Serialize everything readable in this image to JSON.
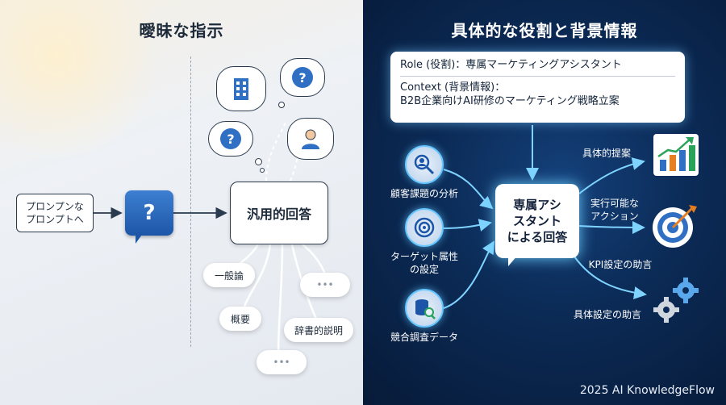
{
  "left": {
    "title": "曖昧な指示",
    "prompt_box": [
      "プロンプンな",
      "プロンプトへ"
    ],
    "question_mark": "?",
    "generic_answer": "汎用的回答",
    "outputs": [
      "一般論",
      "概要",
      "辞書的説明",
      "•••",
      "•••"
    ]
  },
  "right": {
    "title": "具体的な役割と背景情報",
    "role_line": "Role (役割)：専属マーケティングアシスタント",
    "context_line1": "Context (背景情報)：",
    "context_line2": "B2B企業向けAI研修のマーケティング戦略立案",
    "inputs": [
      {
        "label": "顧客課題の分析",
        "icon": "magnifier-user-icon"
      },
      {
        "label_lines": [
          "ターゲット属性",
          "の設定"
        ],
        "icon": "target-icon"
      },
      {
        "label": "競合調査データ",
        "icon": "database-search-icon"
      }
    ],
    "center": [
      "専属アシ",
      "スタント",
      "による回答"
    ],
    "outputs": {
      "proposal": "具体的提案",
      "action_lines": [
        "実行可能な",
        "アクション"
      ],
      "kpi": "KPI設定の助言",
      "settings": "具体設定の助言"
    }
  },
  "watermark": "2025 AI KnowledgeFlow",
  "colors": {
    "accent_blue": "#2f6fc4",
    "glow": "#67c6ff",
    "dark_bg": "#0b2a55"
  }
}
